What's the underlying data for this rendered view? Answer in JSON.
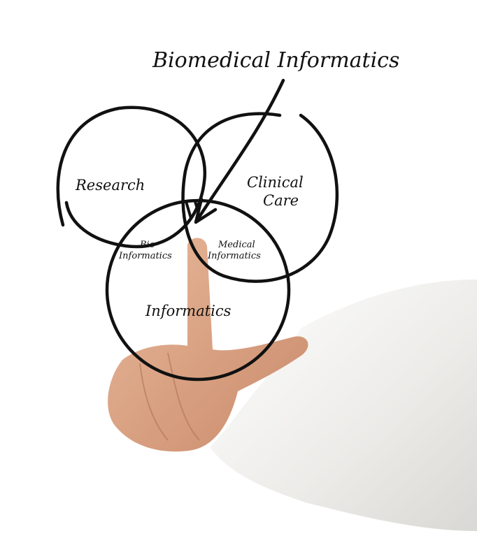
{
  "title": "Biomedical Informatics",
  "circles": {
    "research": "Research",
    "clinical_line1": "Clinical",
    "clinical_line2": "Care",
    "informatics": "Informatics"
  },
  "overlaps": {
    "bio_line1": "Bio-",
    "bio_line2": "Informatics",
    "medical_line1": "Medical",
    "medical_line2": "Informatics"
  },
  "colors": {
    "ink": "#111111",
    "skin": "#d9a283",
    "sleeve": "#f4f4f2"
  }
}
